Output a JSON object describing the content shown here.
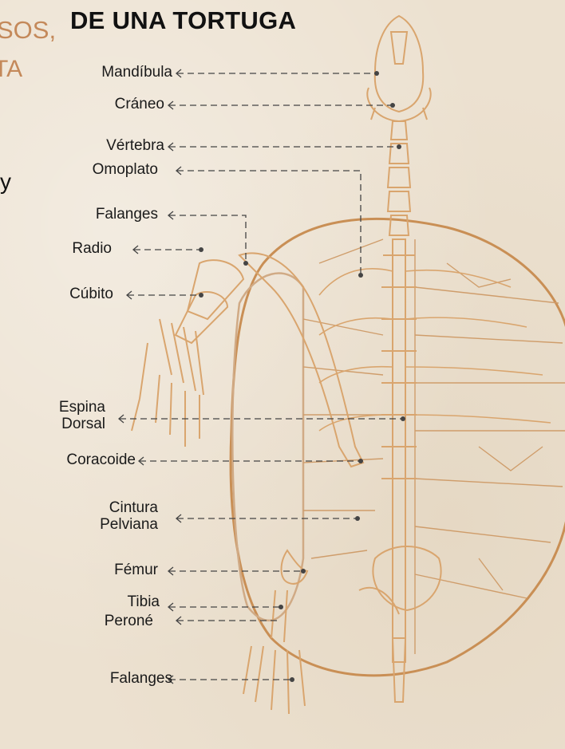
{
  "title": "DE UNA TORTUGA",
  "cut_text": {
    "line1": "SOS,",
    "line2": "TA",
    "line3": "y"
  },
  "labels": {
    "mandibula": "Mandíbula",
    "craneo": "Cráneo",
    "vertebra": "Vértebra",
    "omoplato": "Omoplato",
    "falanges_sup": "Falanges",
    "radio": "Radio",
    "cubito": "Cúbito",
    "espina_1": "Espina",
    "espina_2": "Dorsal",
    "coracoide": "Coracoide",
    "cintura_1": "Cintura",
    "cintura_2": "Pelviana",
    "femur": "Fémur",
    "tibia": "Tibia",
    "perone": "Peroné",
    "falanges_inf": "Falanges"
  },
  "colors": {
    "bone": "#d9a56e",
    "shell": "#c98f55",
    "shell_inner": "#d0aa85",
    "leader": "#444444"
  }
}
